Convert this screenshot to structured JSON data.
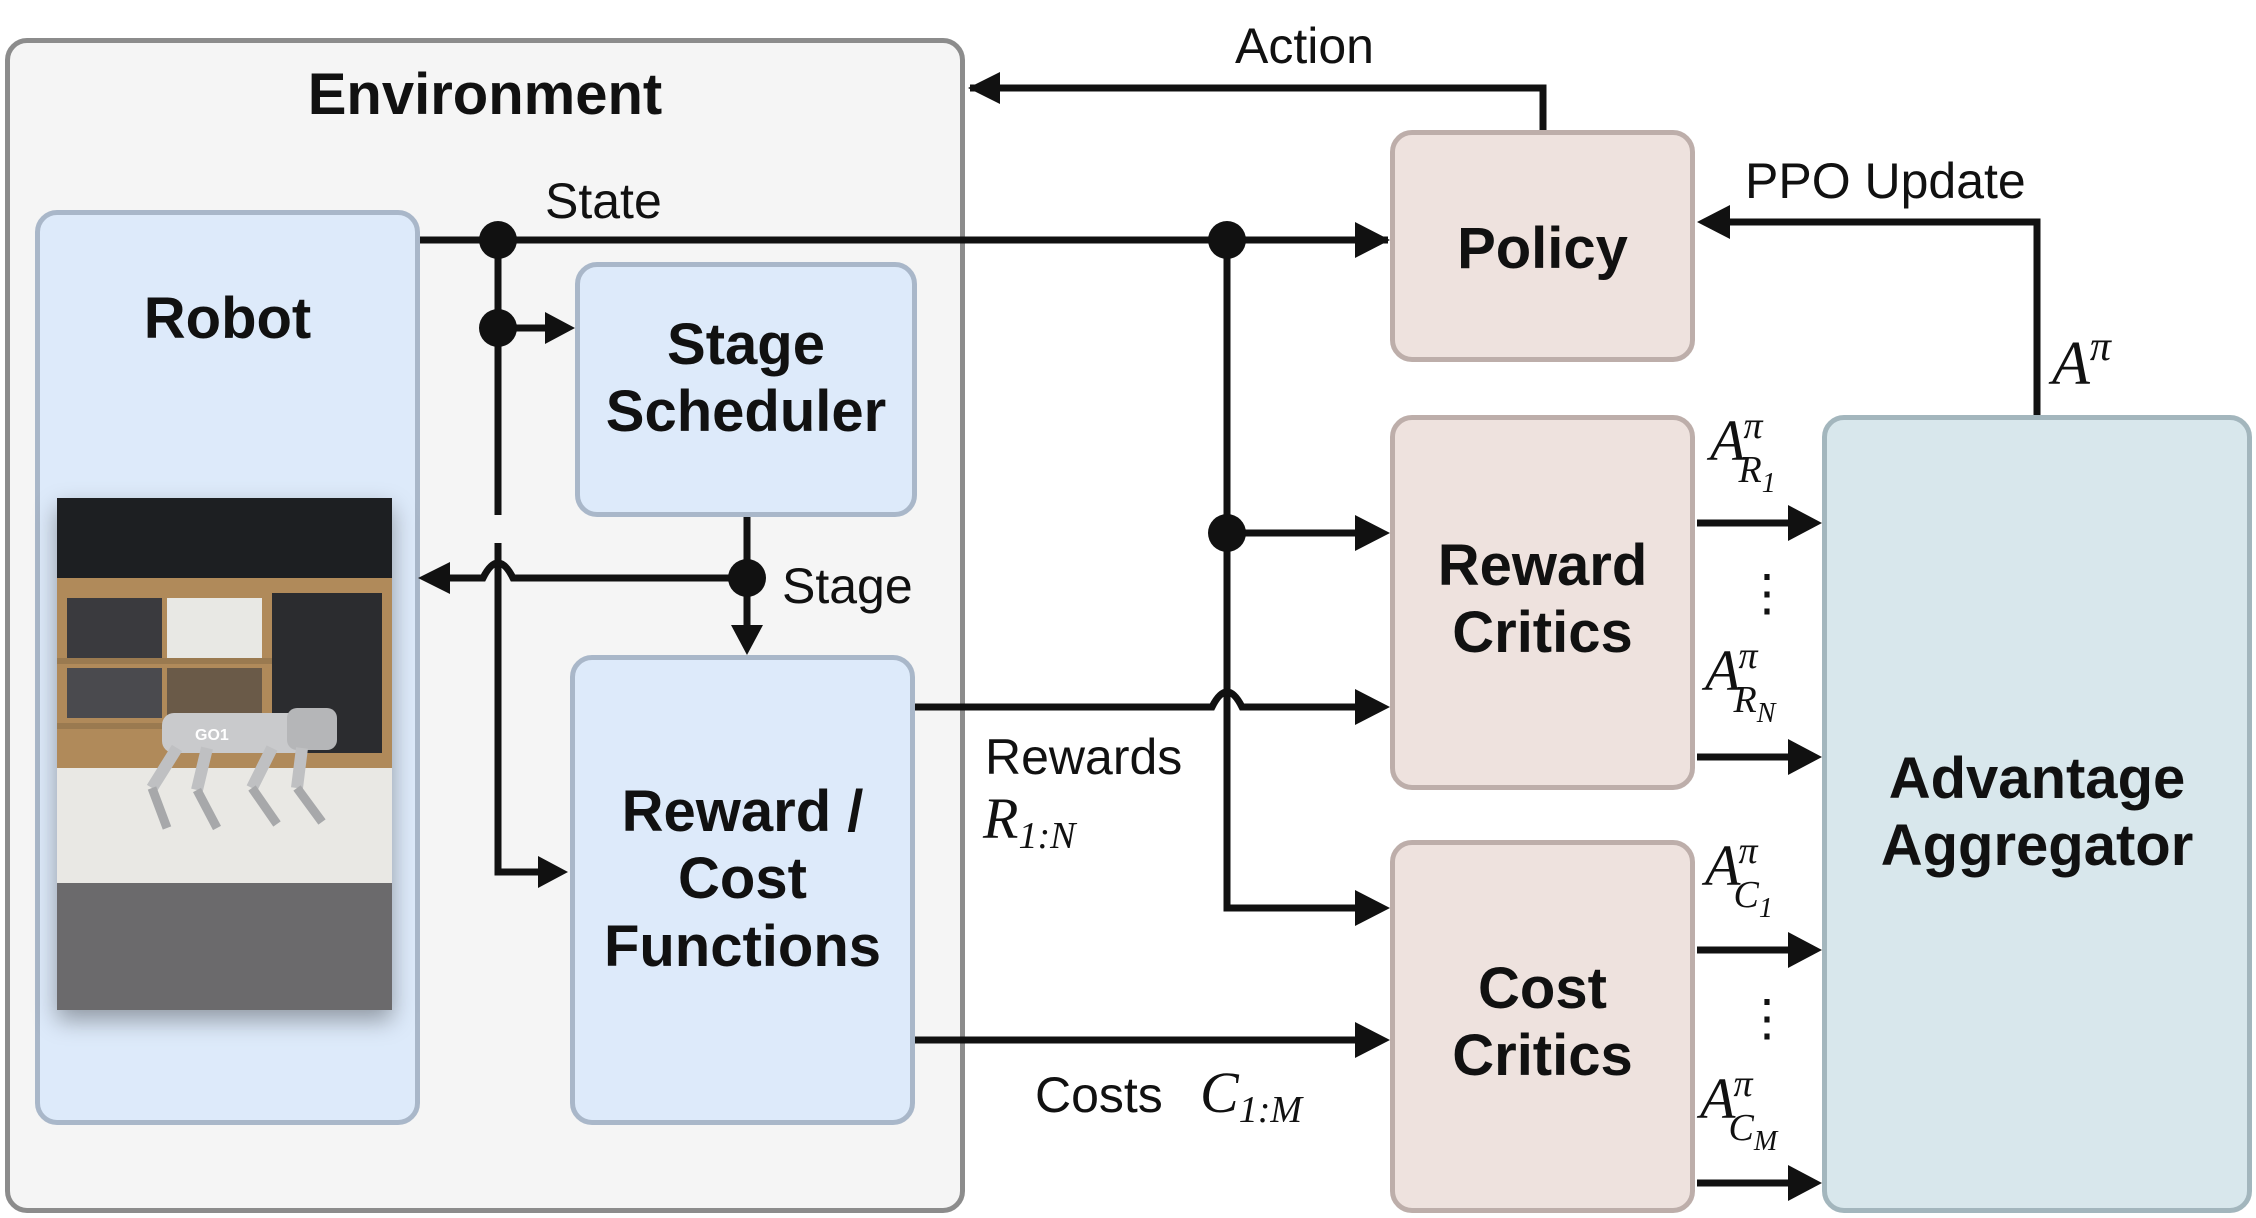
{
  "environment": {
    "title": "Environment"
  },
  "robot": {
    "title": "Robot"
  },
  "stage_scheduler": {
    "line1": "Stage",
    "line2": "Scheduler"
  },
  "reward_cost_functions": {
    "line1": "Reward /",
    "line2": "Cost",
    "line3": "Functions"
  },
  "policy": {
    "title": "Policy"
  },
  "reward_critics": {
    "line1": "Reward",
    "line2": "Critics"
  },
  "cost_critics": {
    "line1": "Cost",
    "line2": "Critics"
  },
  "advantage_aggregator": {
    "line1": "Advantage",
    "line2": "Aggregator"
  },
  "edges": {
    "action": "Action",
    "state": "State",
    "stage": "Stage",
    "ppo_update": "PPO Update",
    "rewards": "Rewards",
    "rewards_sym": "R",
    "rewards_sub": "1:N",
    "costs": "Costs",
    "costs_sym": "C",
    "costs_sub": "1:M",
    "adv_sym": "A",
    "adv_sup": "π",
    "adv_r1_sub": "R",
    "adv_r1_subsub": "1",
    "adv_rn_sub": "R",
    "adv_rn_subsub": "N",
    "adv_c1_sub": "C",
    "adv_c1_subsub": "1",
    "adv_cm_sub": "C",
    "adv_cm_subsub": "M",
    "ellipsis": "⋮"
  },
  "photo": {
    "robot_badge": "GO1"
  }
}
